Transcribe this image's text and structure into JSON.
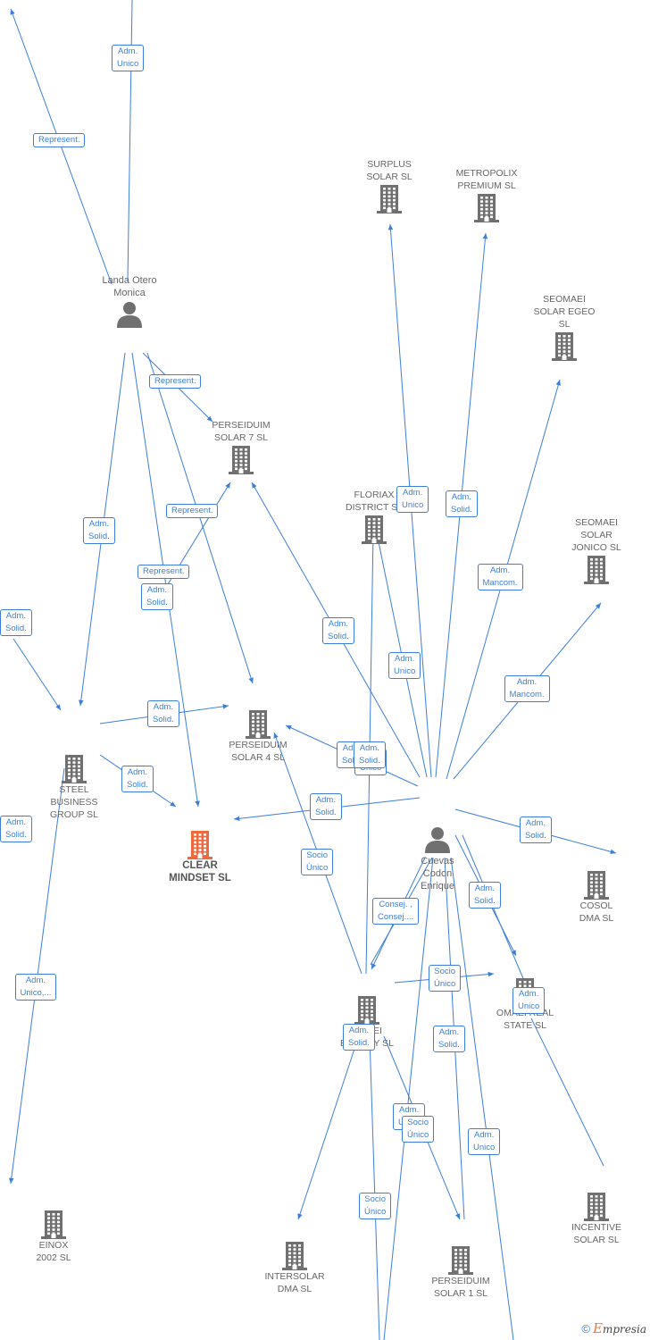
{
  "colors": {
    "edge": "#3d7fd6",
    "building": "#707070",
    "focus_building": "#f0683c",
    "person": "#707070"
  },
  "nodes": {
    "landa": {
      "name": "Landa Otero\nMonica",
      "icon": "person-icon"
    },
    "cuevas": {
      "name": "Cuevas\nCodon\nEnrique",
      "icon": "person-icon"
    },
    "surplus": {
      "name": "SURPLUS\nSOLAR  SL",
      "icon": "building-icon"
    },
    "metropolix": {
      "name": "METROPOLIX\nPREMIUM  SL",
      "icon": "building-icon"
    },
    "seomaei_egeo": {
      "name": "SEOMAEI\nSOLAR EGEO\nSL",
      "icon": "building-icon"
    },
    "perseiduim7": {
      "name": "PERSEIDUIM\nSOLAR 7  SL",
      "icon": "building-icon"
    },
    "floriax": {
      "name": "FLORIAX\nDISTRICT  SL",
      "icon": "building-icon"
    },
    "seomaei_jonico": {
      "name": "SEOMAEI\nSOLAR\nJONICO  SL",
      "icon": "building-icon"
    },
    "steel": {
      "name": "STEEL\nBUSINESS\nGROUP  SL",
      "icon": "building-icon"
    },
    "perseiduim4": {
      "name": "PERSEIDUIM\nSOLAR 4  SL",
      "icon": "building-icon"
    },
    "clear": {
      "name": "CLEAR\nMINDSET  SL",
      "icon": "building-icon"
    },
    "cosol": {
      "name": "COSOL\nDMA  SL",
      "icon": "building-icon"
    },
    "omaei": {
      "name": "OMAEI\nENERGY  SL",
      "icon": "building-icon"
    },
    "omaei_real": {
      "name": "OMAEI REAL\nSTATE  SL",
      "icon": "building-icon"
    },
    "incentive": {
      "name": "INCENTIVE\nSOLAR  SL",
      "icon": "building-icon"
    },
    "einox": {
      "name": "EINOX\n2002 SL",
      "icon": "building-icon"
    },
    "intersolar": {
      "name": "INTERSOLAR\nDMA  SL",
      "icon": "building-icon"
    },
    "perseiduim1": {
      "name": "PERSEIDUIM\nSOLAR 1  SL",
      "icon": "building-icon"
    }
  },
  "edges": [
    {
      "label": "Adm.\nUnico"
    },
    {
      "label": "Represent."
    },
    {
      "label": "Represent."
    },
    {
      "label": "Adm.\nSolid."
    },
    {
      "label": "Represent."
    },
    {
      "label": "Represent."
    },
    {
      "label": "Adm.\nSolid."
    },
    {
      "label": "Adm.\nSolid."
    },
    {
      "label": "Adm.\nSolid."
    },
    {
      "label": "Adm.\nSolid."
    },
    {
      "label": "Adm.\nUnico,..."
    },
    {
      "label": "Adm.\nUnico"
    },
    {
      "label": "Adm.\nSolid."
    },
    {
      "label": "Adm.\nMancom."
    },
    {
      "label": "Adm.\nSolid."
    },
    {
      "label": "Adm.\nUnico"
    },
    {
      "label": "Adm.\nMancom."
    },
    {
      "label": "Adm.\nSolid."
    },
    {
      "label": "Socio\nÚnico"
    },
    {
      "label": "Adm.\nSolid."
    },
    {
      "label": "Adm.\nSolid."
    },
    {
      "label": "Adm.\nSolid."
    },
    {
      "label": "Socio\nÚnico"
    },
    {
      "label": "Consej. ,\nConsej...."
    },
    {
      "label": "Socio\nÚnico"
    },
    {
      "label": "Adm.\nUnico"
    },
    {
      "label": "Adm.\nSolid."
    },
    {
      "label": "Adm.\nSolid."
    },
    {
      "label": "Adm.\nUnico"
    },
    {
      "label": "Socio\nÚnico"
    },
    {
      "label": "Adm.\nUnico"
    },
    {
      "label": "Socio\nÚnico"
    },
    {
      "label": "Adm.\nSolid."
    },
    {
      "label": "Adm.\nSolid."
    }
  ],
  "logo": {
    "copyright": "©",
    "brand_initial": "E",
    "brand_rest": "mpresia"
  }
}
